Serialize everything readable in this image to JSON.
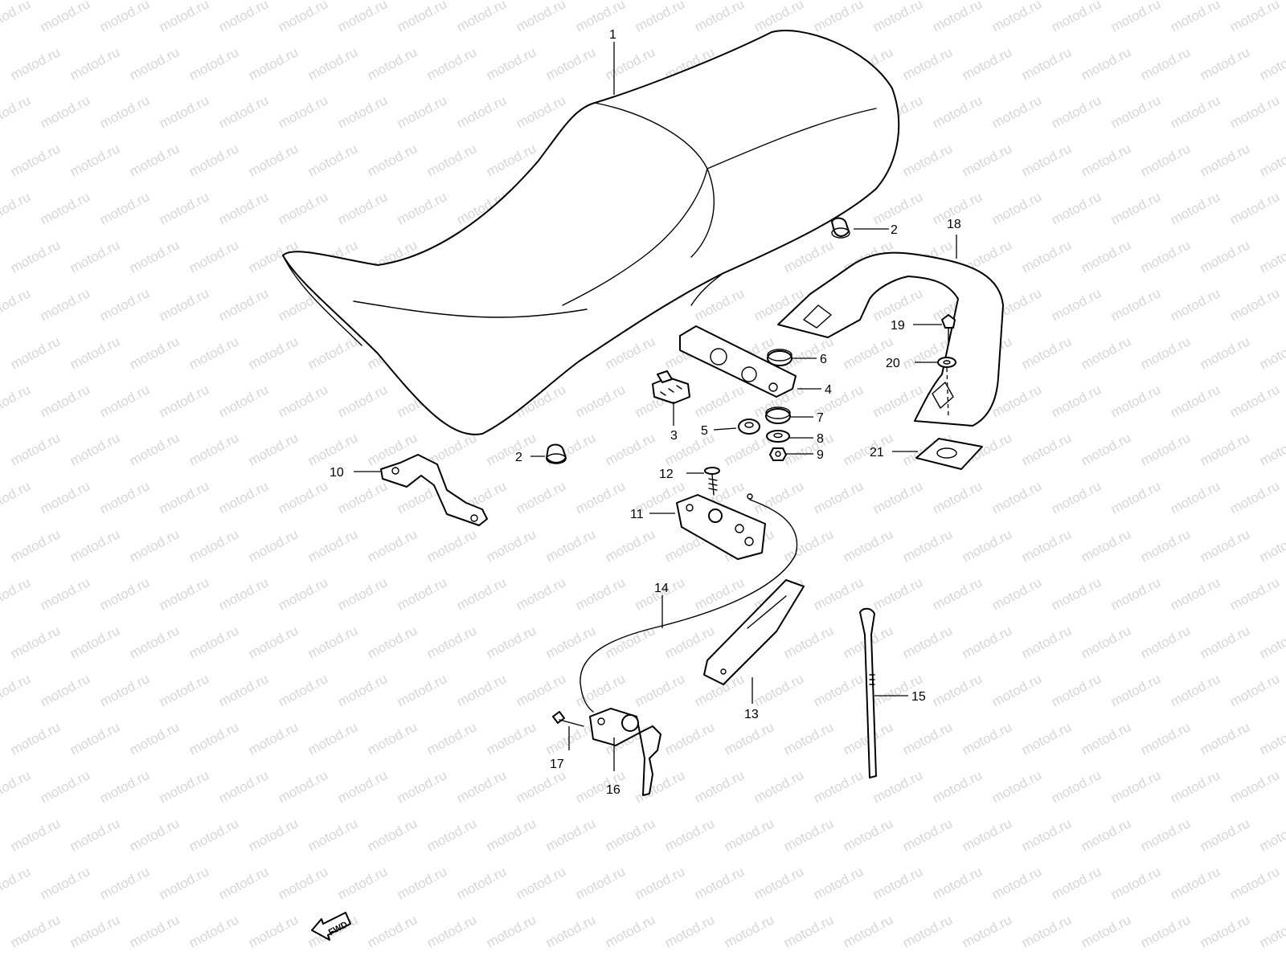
{
  "watermark": "motod.ru",
  "fwd_label": "FWD",
  "callouts": {
    "c1": "1",
    "c2a": "2",
    "c2b": "2",
    "c3": "3",
    "c4": "4",
    "c5": "5",
    "c6": "6",
    "c7": "7",
    "c8": "8",
    "c9": "9",
    "c10": "10",
    "c11": "11",
    "c12": "12",
    "c13": "13",
    "c14": "14",
    "c15": "15",
    "c16": "16",
    "c17": "17",
    "c18": "18",
    "c19": "19",
    "c20": "20",
    "c21": "21"
  }
}
